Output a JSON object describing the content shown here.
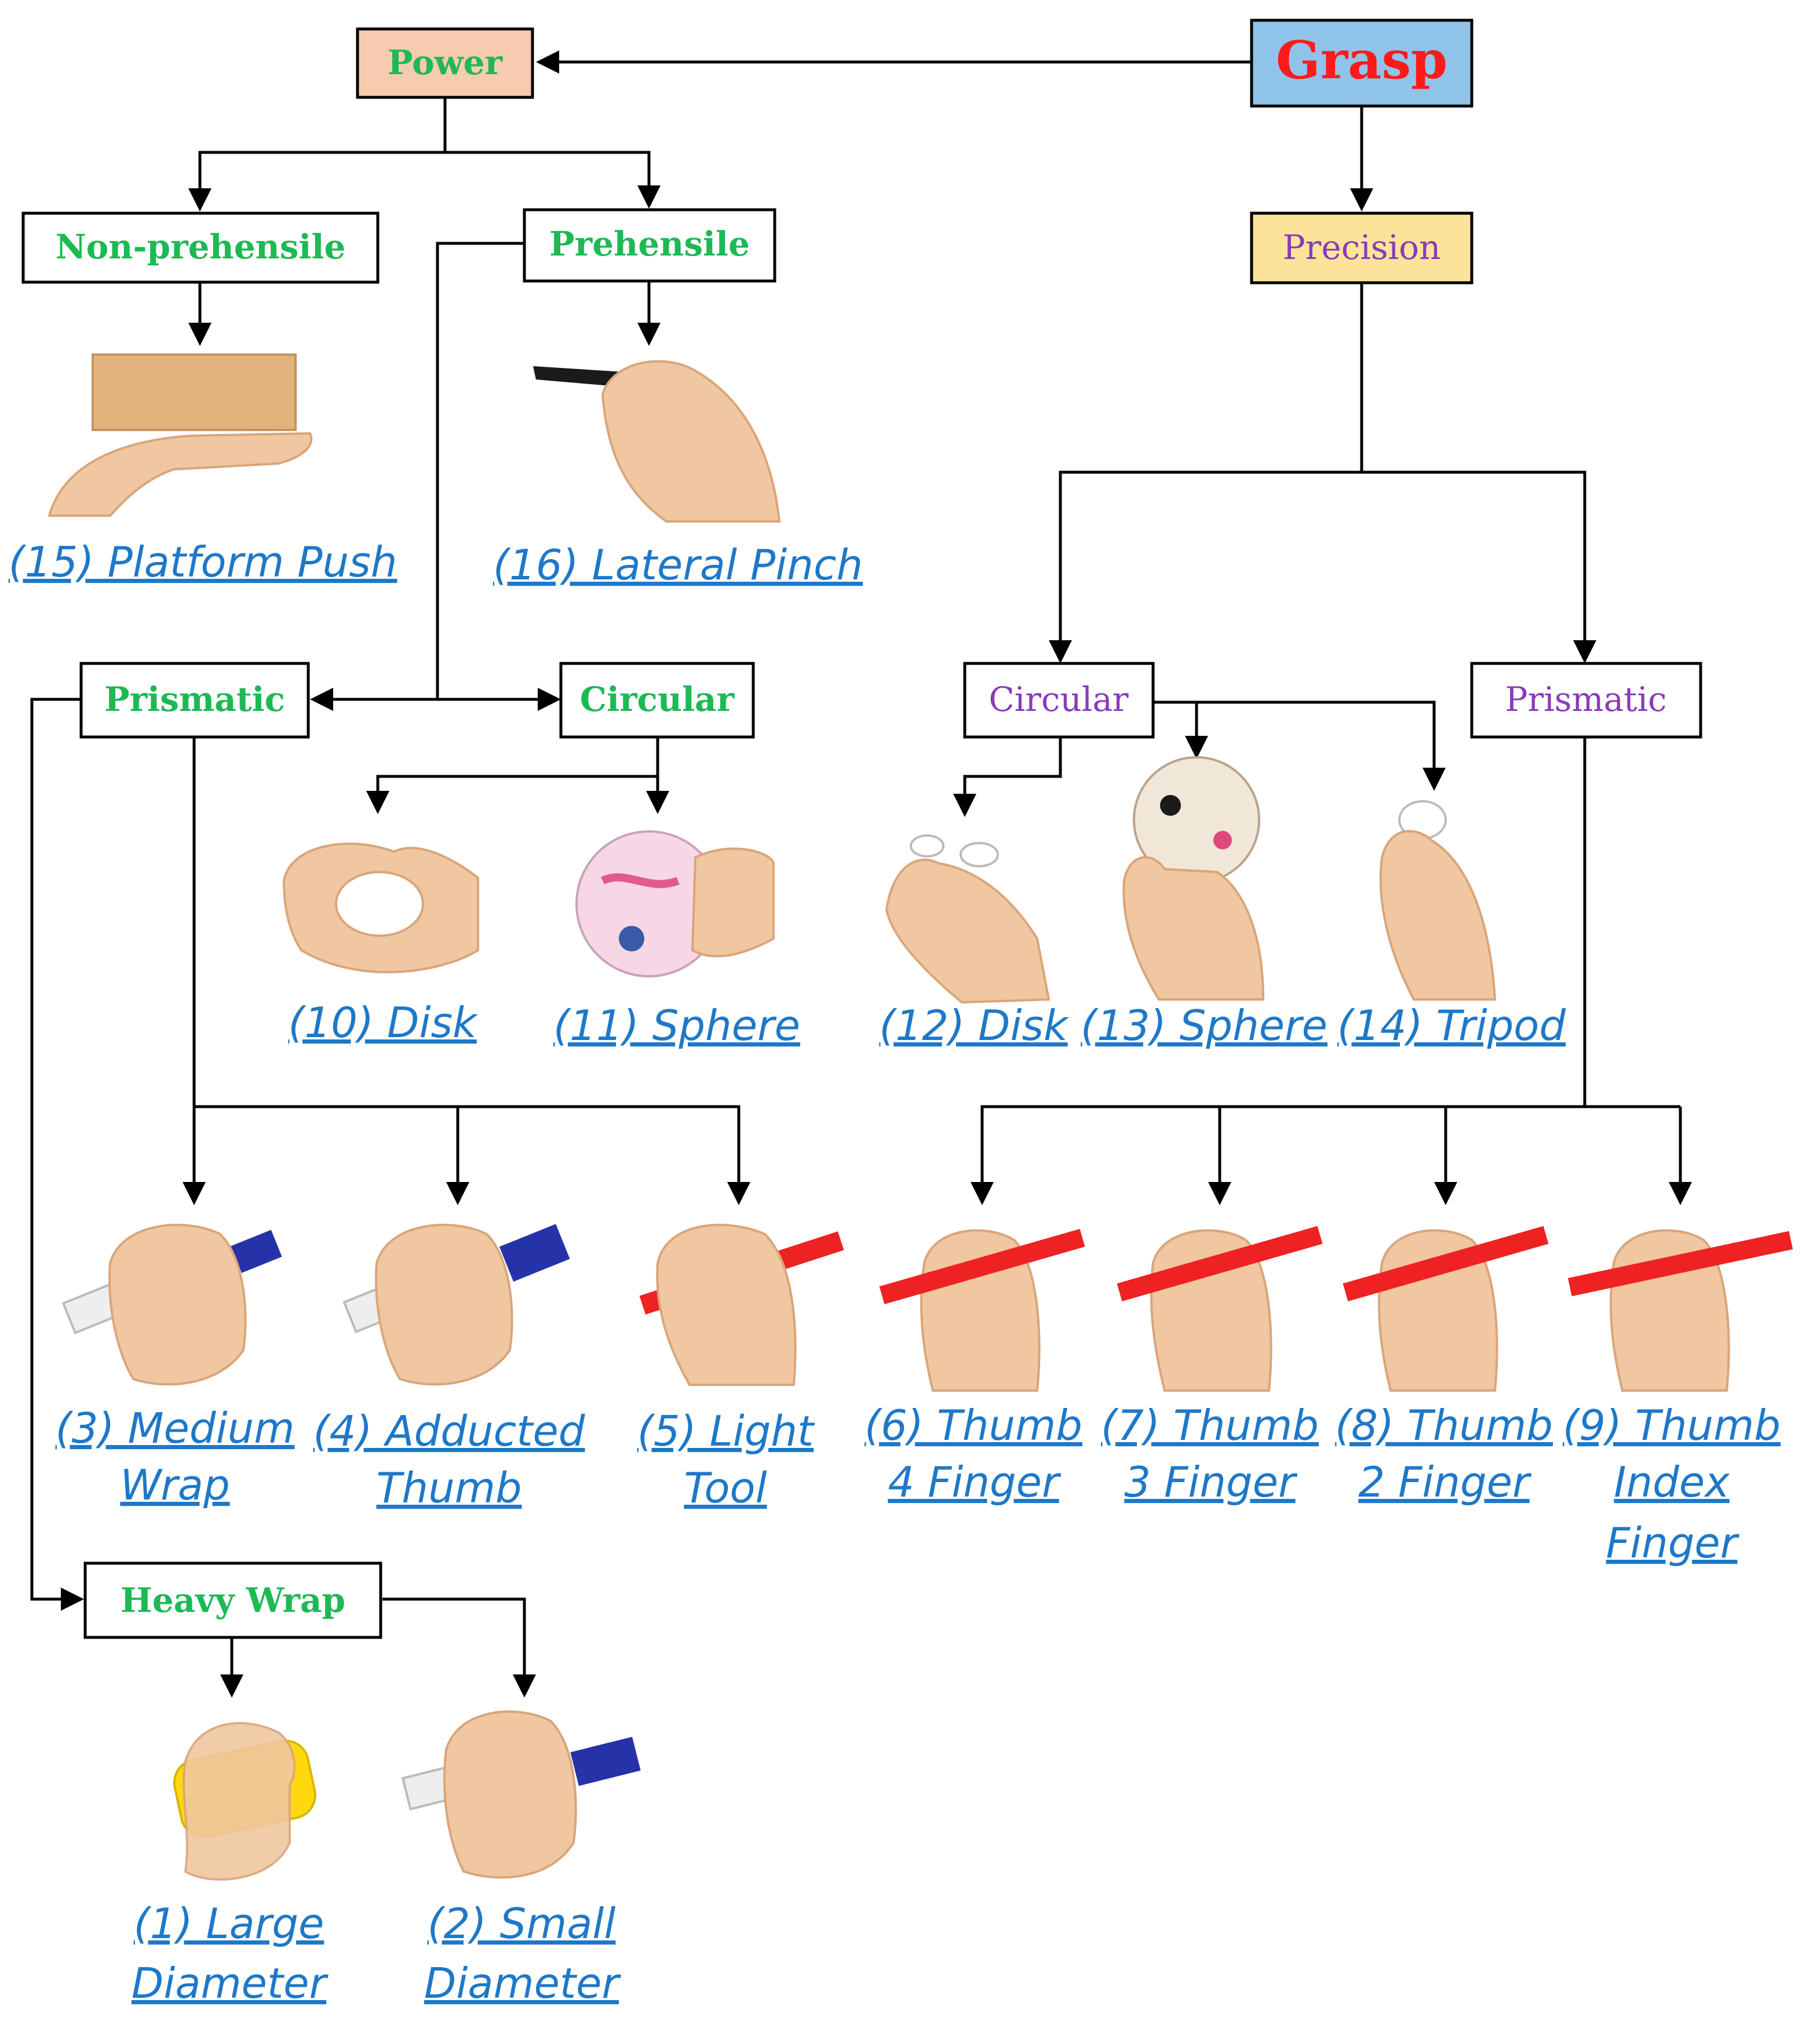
{
  "colors": {
    "root_fill": "#8fc3ea",
    "root_text": "#ff1a1a",
    "power_fill": "#f6cbb0",
    "precision_fill": "#fbe49a",
    "power_branch_text": "#1db954",
    "precision_branch_text": "#8a3ab9",
    "caption": "#1e78c8"
  },
  "nodes": {
    "grasp": "Grasp",
    "power": "Power",
    "precision": "Precision",
    "non_prehensile": "Non-prehensile",
    "prehensile": "Prehensile",
    "power_prismatic": "Prismatic",
    "power_circular": "Circular",
    "precision_circular": "Circular",
    "precision_prismatic": "Prismatic",
    "heavy_wrap": "Heavy Wrap"
  },
  "grasps": {
    "g15": "(15) Platform Push",
    "g16": "(16) Lateral Pinch",
    "g10": "(10) Disk",
    "g11": "(11) Sphere",
    "g12": "(12) Disk",
    "g13": "(13) Sphere",
    "g14": "(14) Tripod",
    "g3": [
      "(3) Medium",
      "Wrap"
    ],
    "g4": [
      "(4) Adducted",
      "Thumb"
    ],
    "g5": [
      "(5) Light",
      "Tool"
    ],
    "g6": [
      "(6) Thumb",
      "4 Finger"
    ],
    "g7": [
      "(7) Thumb",
      "3 Finger"
    ],
    "g8": [
      "(8) Thumb",
      "2 Finger"
    ],
    "g9": [
      "(9) Thumb",
      "Index",
      "Finger"
    ],
    "g1": [
      "(1) Large",
      "Diameter"
    ],
    "g2": [
      "(2) Small",
      "Diameter"
    ]
  }
}
